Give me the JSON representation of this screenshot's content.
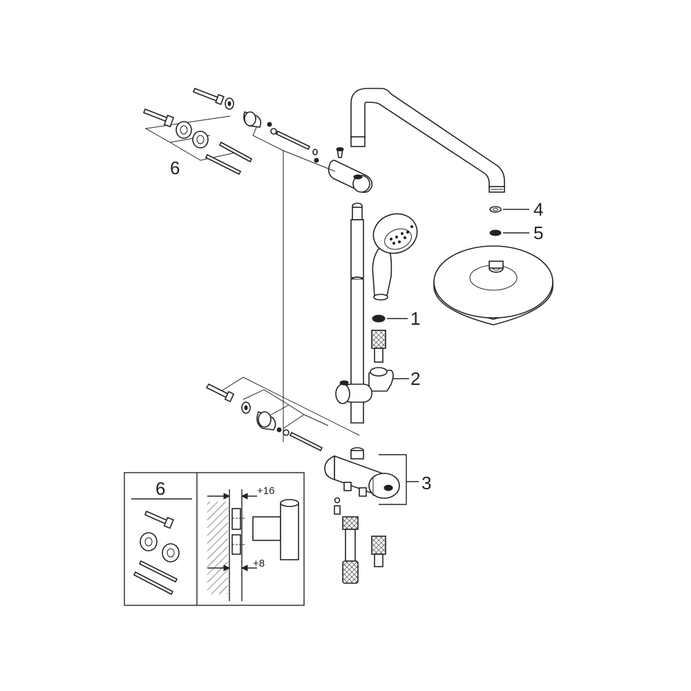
{
  "labels": {
    "l1": "1",
    "l2": "2",
    "l3": "3",
    "l4": "4",
    "l5": "5",
    "l6": "6"
  },
  "detail": {
    "kit": "6",
    "dim_top": "+16",
    "dim_bottom": "+8"
  }
}
